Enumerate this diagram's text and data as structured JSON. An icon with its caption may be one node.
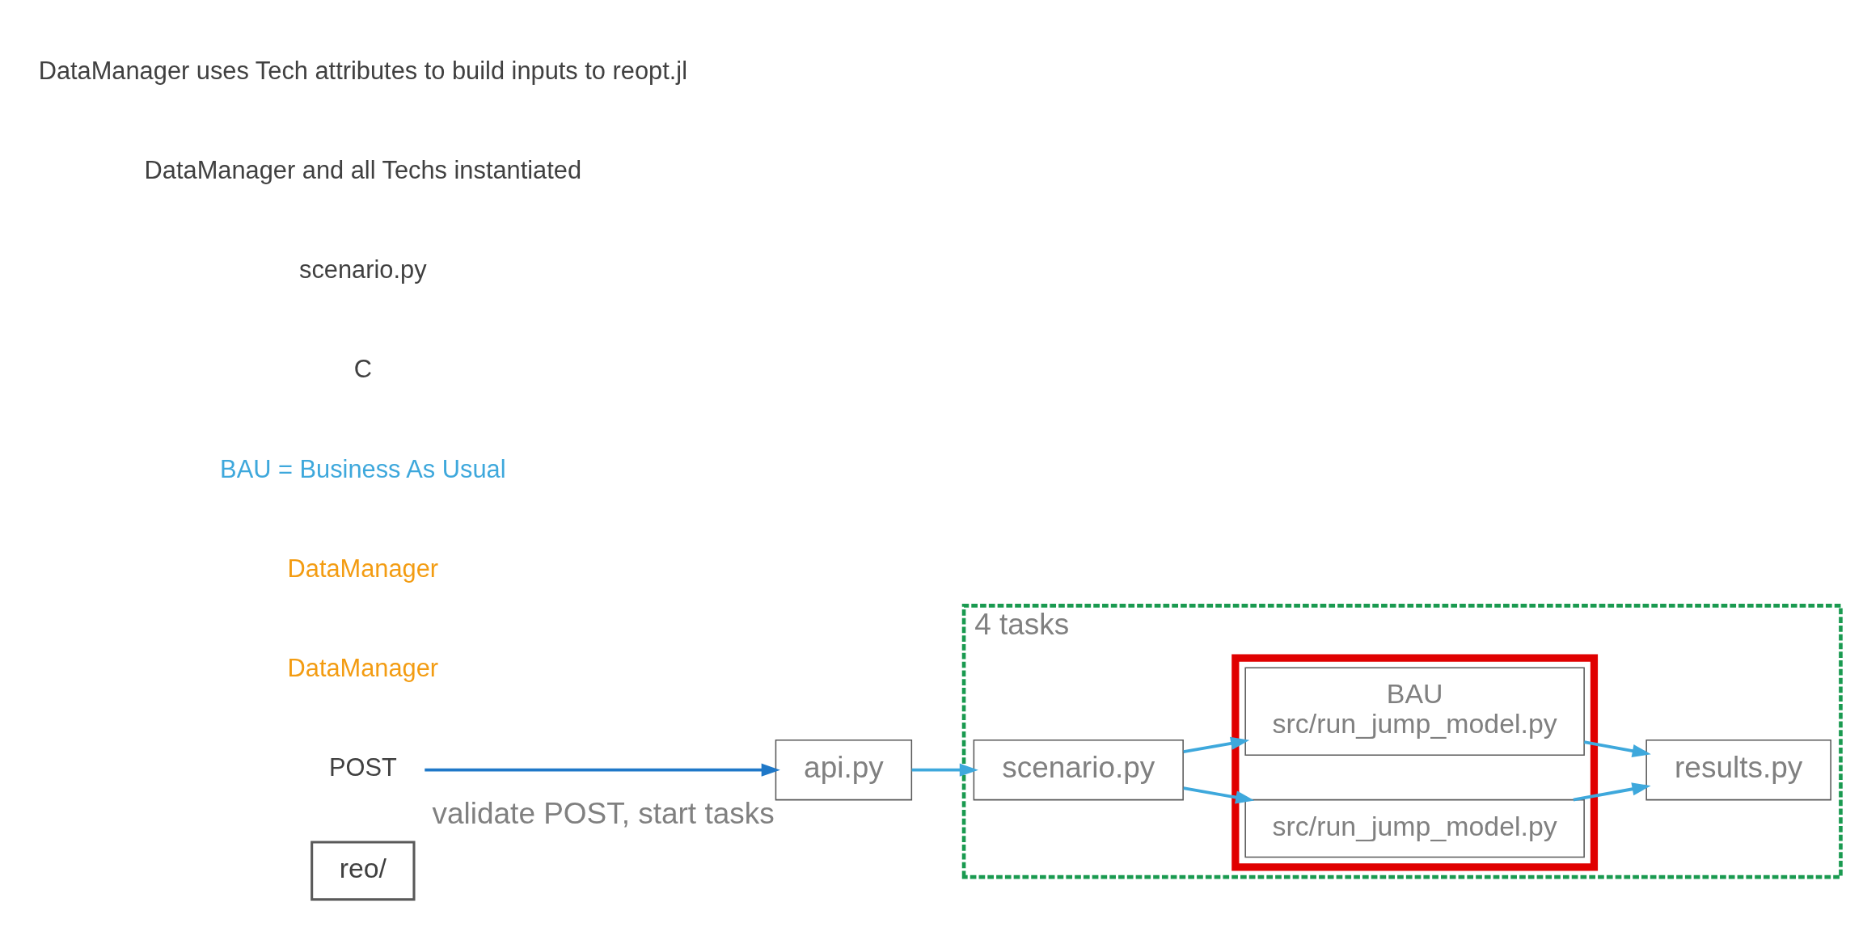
{
  "diagram": {
    "nodes": [
      {
        "text": [
          "reo/"
        ]
      },
      {
        "text": [
          "POST"
        ]
      },
      {
        "text": [
          "api.py"
        ],
        "beside": [
          "validate POST, start tasks"
        ]
      },
      {
        "text": [
          "4 tasks"
        ]
      },
      {
        "text": [
          "scenario.py"
        ],
        "in": 3
      },
      {
        "text": [],
        "shape": "box",
        "in": 3
      },
      {
        "text": [
          "BAU",
          "src/run_jump_model.py"
        ],
        "in": 5
      },
      {
        "text": [
          "src/run_jump_model.py"
        ],
        "in": 5
      },
      {
        "text": [
          "results.py"
        ],
        "in": 3
      }
    ],
    "edges": [
      {
        "from": 1,
        "to": 2,
        "arrow": "to",
        "color": "#1f78c8"
      },
      {
        "from": 2,
        "to": 4,
        "arrow": "to"
      },
      {
        "from": 4,
        "to": 6,
        "arrow": "to"
      },
      {
        "from": 4,
        "to": 7,
        "arrow": "to"
      },
      {
        "from": 6,
        "to": 8,
        "arrow": "to"
      },
      {
        "from": 7,
        "to": 8,
        "arrow": "to"
      }
    ],
    "labels": [
      "DataManager",
      "DataManager",
      "BAU = Business As Usual",
      "C",
      "scenario.py",
      "DataManager and all Techs instantiated",
      "DataManager uses Tech attributes to build inputs to reopt.jl"
    ]
  }
}
